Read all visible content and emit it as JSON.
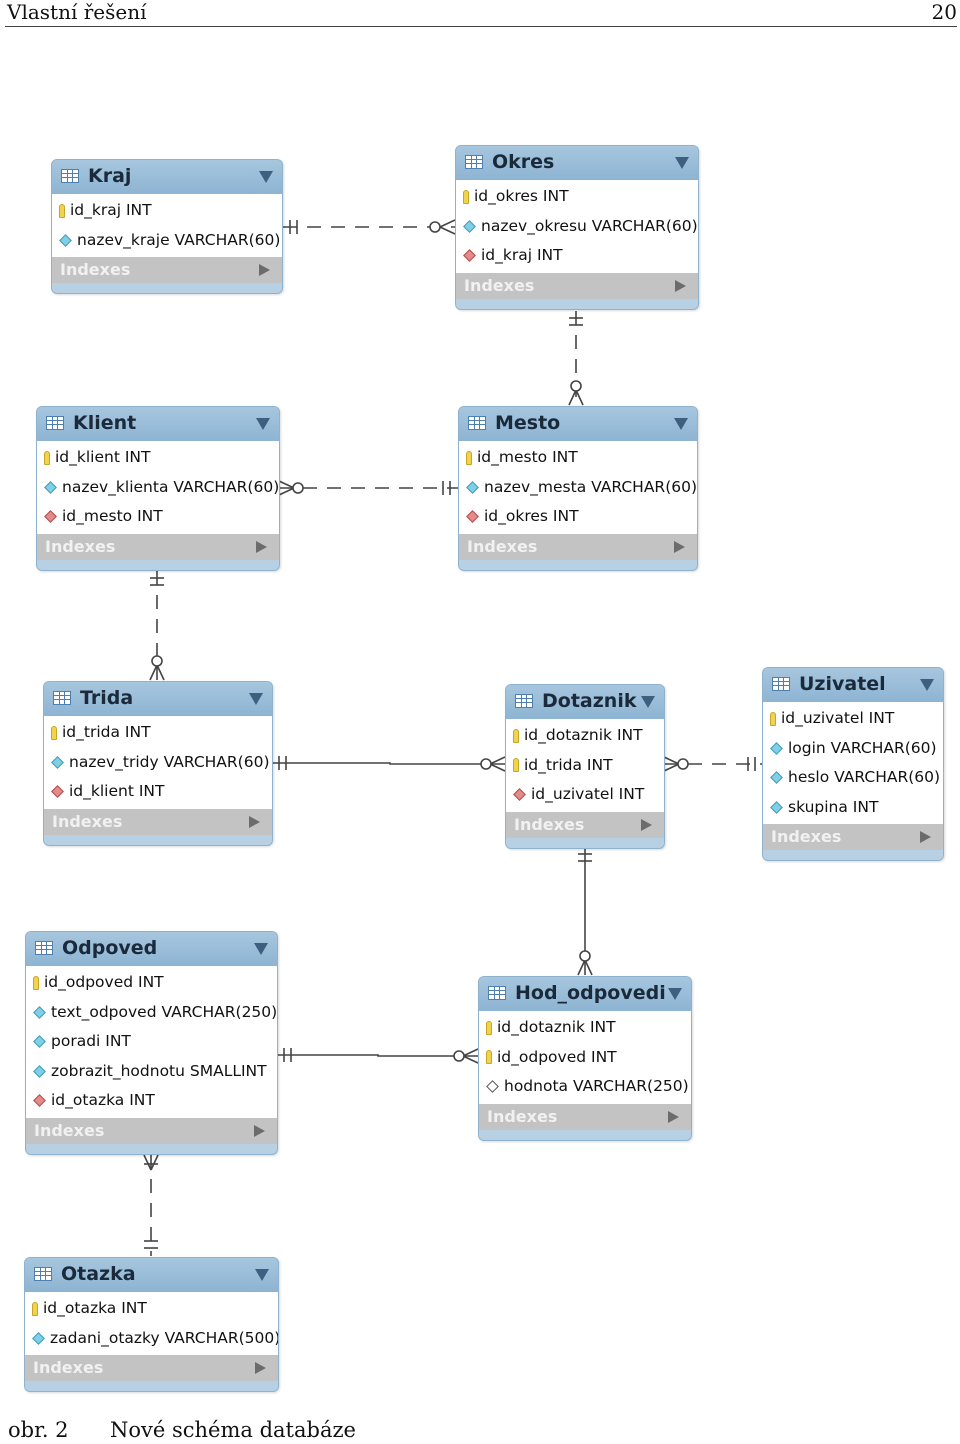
{
  "header": {
    "left": "Vlastní řešení",
    "right": "20"
  },
  "caption": {
    "label": "obr. 2",
    "text": "Nové schéma databáze"
  },
  "indexes_label": "Indexes",
  "tables": {
    "kraj": {
      "name": "Kraj",
      "columns": [
        {
          "text": "id_kraj INT",
          "kind": "pk"
        },
        {
          "text": "nazev_kraje VARCHAR(60)",
          "kind": "attr"
        }
      ]
    },
    "okres": {
      "name": "Okres",
      "columns": [
        {
          "text": "id_okres INT",
          "kind": "pk"
        },
        {
          "text": "nazev_okresu VARCHAR(60)",
          "kind": "attr"
        },
        {
          "text": "id_kraj INT",
          "kind": "fk"
        }
      ]
    },
    "klient": {
      "name": "Klient",
      "columns": [
        {
          "text": "id_klient INT",
          "kind": "pk"
        },
        {
          "text": "nazev_klienta VARCHAR(60)",
          "kind": "attr"
        },
        {
          "text": "id_mesto INT",
          "kind": "fk"
        }
      ]
    },
    "mesto": {
      "name": "Mesto",
      "columns": [
        {
          "text": "id_mesto INT",
          "kind": "pk"
        },
        {
          "text": "nazev_mesta VARCHAR(60)",
          "kind": "attr"
        },
        {
          "text": "id_okres INT",
          "kind": "fk"
        }
      ]
    },
    "trida": {
      "name": "Trida",
      "columns": [
        {
          "text": "id_trida INT",
          "kind": "pk"
        },
        {
          "text": "nazev_tridy VARCHAR(60)",
          "kind": "attr"
        },
        {
          "text": "id_klient INT",
          "kind": "fk"
        }
      ]
    },
    "dotaznik": {
      "name": "Dotaznik",
      "columns": [
        {
          "text": "id_dotaznik INT",
          "kind": "pk"
        },
        {
          "text": "id_trida INT",
          "kind": "pk"
        },
        {
          "text": "id_uzivatel INT",
          "kind": "fk"
        }
      ]
    },
    "uzivatel": {
      "name": "Uzivatel",
      "columns": [
        {
          "text": "id_uzivatel INT",
          "kind": "pk"
        },
        {
          "text": "login VARCHAR(60)",
          "kind": "attr"
        },
        {
          "text": "heslo VARCHAR(60)",
          "kind": "attr"
        },
        {
          "text": "skupina INT",
          "kind": "attr"
        }
      ]
    },
    "odpoved": {
      "name": "Odpoved",
      "columns": [
        {
          "text": "id_odpoved INT",
          "kind": "pk"
        },
        {
          "text": "text_odpoved VARCHAR(250)",
          "kind": "attr"
        },
        {
          "text": "poradi INT",
          "kind": "attr"
        },
        {
          "text": "zobrazit_hodnotu SMALLINT",
          "kind": "attr"
        },
        {
          "text": "id_otazka INT",
          "kind": "fk"
        }
      ]
    },
    "hod_odpovedi": {
      "name": "Hod_odpovedi",
      "columns": [
        {
          "text": "id_dotaznik INT",
          "kind": "pk"
        },
        {
          "text": "id_odpoved INT",
          "kind": "pk"
        },
        {
          "text": "hodnota VARCHAR(250)",
          "kind": "null"
        }
      ]
    },
    "otazka": {
      "name": "Otazka",
      "columns": [
        {
          "text": "id_otazka INT",
          "kind": "pk"
        },
        {
          "text": "zadani_otazky VARCHAR(500)",
          "kind": "attr"
        }
      ]
    }
  }
}
